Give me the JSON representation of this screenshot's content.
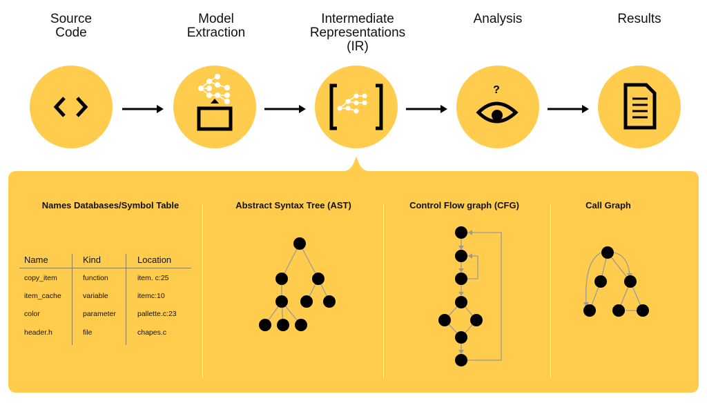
{
  "colors": {
    "accent": "#FFCC4D",
    "ink": "#000000",
    "edge": "#9a9a9a"
  },
  "stages": [
    {
      "title": "Source\nCode",
      "icon": "code-brackets-icon"
    },
    {
      "title": "Model\nExtraction",
      "icon": "tree-extraction-icon"
    },
    {
      "title": "Intermediate\nRepresentations\n(IR)",
      "icon": "bracketed-tree-icon"
    },
    {
      "title": "Analysis",
      "icon": "eye-question-icon"
    },
    {
      "title": "Results",
      "icon": "document-icon"
    }
  ],
  "panel": {
    "sections": [
      "Names Databases/Symbol Table",
      "Abstract Syntax Tree (AST)",
      "Control Flow graph (CFG)",
      "Call Graph"
    ],
    "table": {
      "headers": [
        "Name",
        "Kind",
        "Location"
      ],
      "rows": [
        [
          "copy_item",
          "function",
          "item. c:25"
        ],
        [
          "item_cache",
          "variable",
          "itemc:10"
        ],
        [
          "color",
          "parameter",
          "pallette.c:23"
        ],
        [
          "header.h",
          "file",
          "chapes.c"
        ]
      ]
    }
  }
}
